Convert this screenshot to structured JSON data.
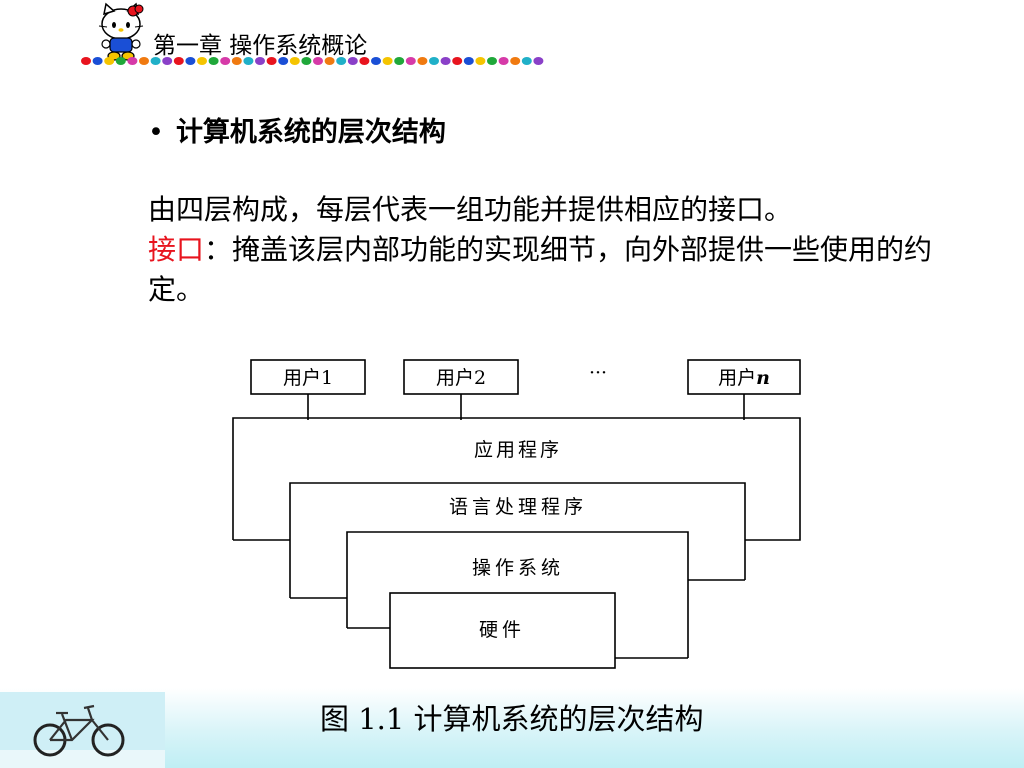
{
  "header": {
    "chapter_title": "第一章  操作系统概论"
  },
  "heading": {
    "bullet": "•",
    "text": "计算机系统的层次结构"
  },
  "body": {
    "paragraph1": "由四层构成，每层代表一组功能并提供相应的接口。",
    "paragraph2_term": "接口",
    "paragraph2_rest": "：掩盖该层内部功能的实现细节，向外部提供一些使用的约定。"
  },
  "diagram": {
    "users": [
      {
        "label": "用户1"
      },
      {
        "label": "用户2"
      },
      {
        "label": "用户",
        "suffix": "n"
      }
    ],
    "ellipsis": "···",
    "layers": [
      {
        "label": "应用程序"
      },
      {
        "label": "语言处理程序"
      },
      {
        "label": "操作系统"
      },
      {
        "label": "硬件"
      }
    ]
  },
  "caption": "图 1.1 计算机系统的层次结构",
  "colors": {
    "accent_red": "#e8141e",
    "bottom_band": "#bfeef4"
  },
  "icons": {
    "mascot": "hello-kitty-icon",
    "bicycle": "bicycle-icon"
  }
}
